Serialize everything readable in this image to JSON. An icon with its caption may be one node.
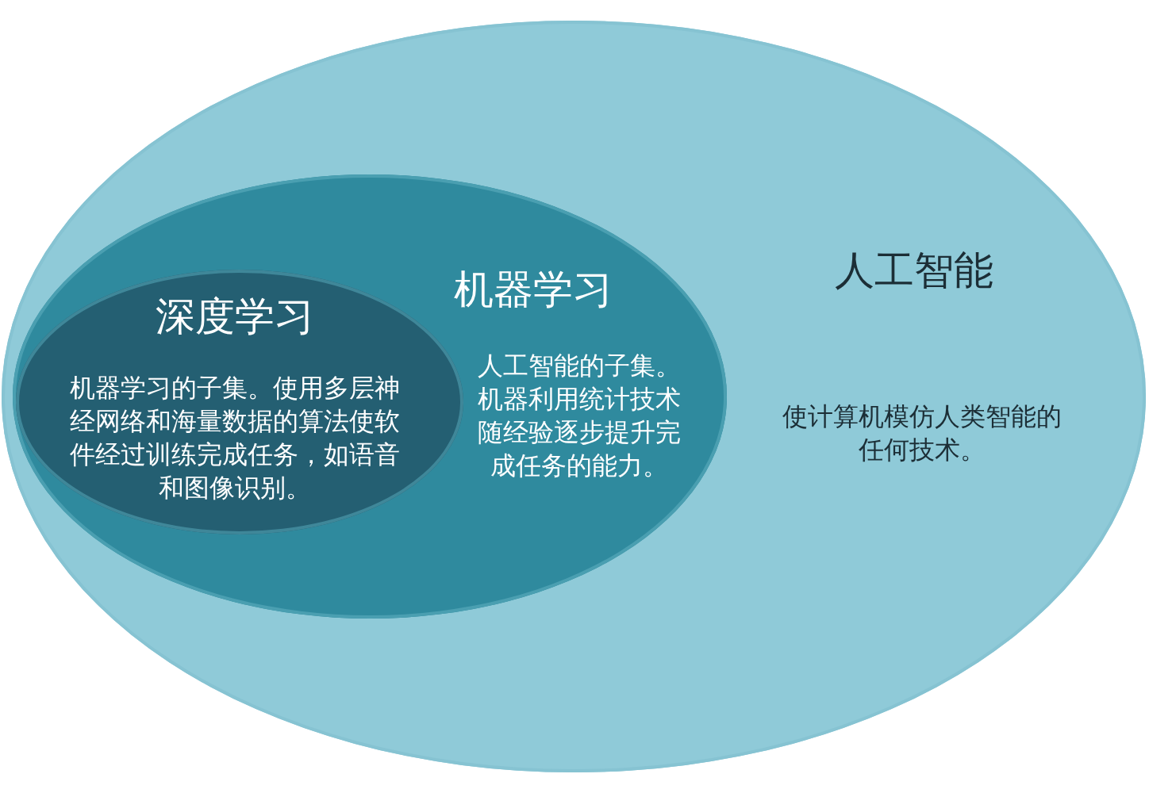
{
  "diagram": {
    "nodes": [
      {
        "text": [
          "人工智能",
          "使计算机模仿人类智能的任何技术。"
        ]
      },
      {
        "text": [
          "机器学习",
          "人工智能的子集。机器利用统计技术随经验逐步提升完成任务的能力。"
        ],
        "in": 0
      },
      {
        "text": [
          "深度学习",
          "机器学习的子集。使用多层神经网络和海量数据的算法使软件经过训练完成任务，如语音和图像识别。"
        ],
        "in": 1
      }
    ]
  }
}
